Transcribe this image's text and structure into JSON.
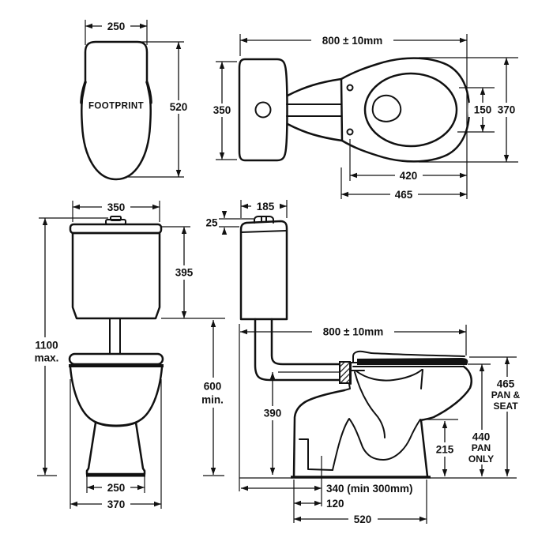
{
  "title": "Toilet suite dimension drawing",
  "colors": {
    "ink": "#111111",
    "background": "#ffffff"
  },
  "footprint_view": {
    "label": "FOOTPRINT",
    "width": "250",
    "depth": "520"
  },
  "plan_view": {
    "overall_length": "800 ± 10mm",
    "cistern_width": "350",
    "water_spread": "150",
    "pan_width": "370",
    "hinge_to_front": "420",
    "pan_length": "465"
  },
  "front_view": {
    "cistern_width": "350",
    "cistern_height": "395",
    "overall_height_line1": "1100",
    "overall_height_line2": "max.",
    "clearance_line1": "600",
    "clearance_line2": "min.",
    "base_width": "250",
    "pan_width": "370"
  },
  "side_view": {
    "cistern_depth": "185",
    "button_height": "25",
    "overall_length": "800 ± 10mm",
    "flush_pipe_height": "390",
    "seat_height_line1": "465",
    "seat_height_line2": "PAN &",
    "seat_height_line3": "SEAT",
    "pan_height_line1": "440",
    "pan_height_line2": "PAN",
    "pan_height_line3": "ONLY",
    "trap_ledge_height": "215",
    "outlet_setout": "340 (min 300mm)",
    "outlet_to_front": "120",
    "base_depth": "520"
  }
}
